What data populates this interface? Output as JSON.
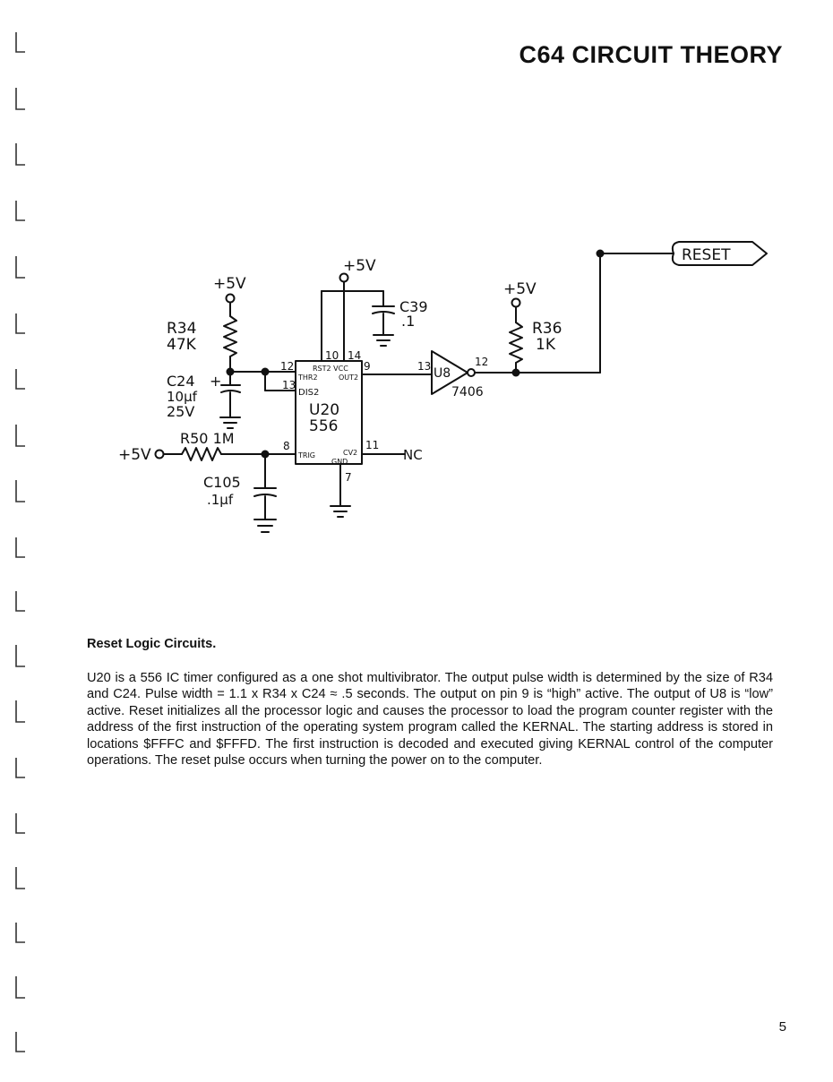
{
  "header": {
    "title": "C64 CIRCUIT THEORY"
  },
  "schematic": {
    "labels": {
      "plus5v_r34": "+5V",
      "r34": "R34",
      "r34_value": "47K",
      "c24": "C24",
      "c24_plus": "+",
      "c24_value1": "10µf",
      "c24_value2": "25V",
      "r50": "R50 1M",
      "plus5v_left": "+5V",
      "c105": "C105",
      "c105_value": ".1µf",
      "plus5v_top": "+5V",
      "c39": "C39",
      "c39_value": ".1",
      "u20": "U20",
      "u20_type": "556",
      "pin_thr": "THR2",
      "pin_dis": "DIS2",
      "pin_rst_vcc": "RST2 VCC",
      "pin_out": "OUT2",
      "pin_trig": "TRIG",
      "pin_cv": "CV2",
      "pin_gnd": "GND",
      "pin10": "10",
      "pin14": "14",
      "pin12": "12",
      "pin13": "13",
      "pin9": "9",
      "pin8": "8",
      "pin11": "11",
      "pin7": "7",
      "nc": "NC",
      "u8": "U8",
      "u8_type": "7406",
      "u8_pin13": "13",
      "u8_pin12": "12",
      "plus5v_r36": "+5V",
      "r36": "R36",
      "r36_value": "1K",
      "reset": "RESET"
    }
  },
  "section": {
    "heading": "Reset Logic Circuits.",
    "body": "U20 is a 556 IC timer configured as a one shot multivibrator. The output pulse width is determined by the size of R34 and C24. Pulse width = 1.1 x R34 x C24 ≈ .5 seconds. The output on pin 9 is “high” active. The output of U8 is “low” active. Reset initializes all the processor logic and causes the processor to load the program counter register with the address of the first instruction of the operating system program called the KERNAL. The starting address is stored in locations $FFFC and $FFFD. The first instruction is decoded and executed giving KERNAL control of the computer operations. The reset pulse occurs when turning the power on to the computer."
  },
  "footer": {
    "page_number": "5"
  }
}
